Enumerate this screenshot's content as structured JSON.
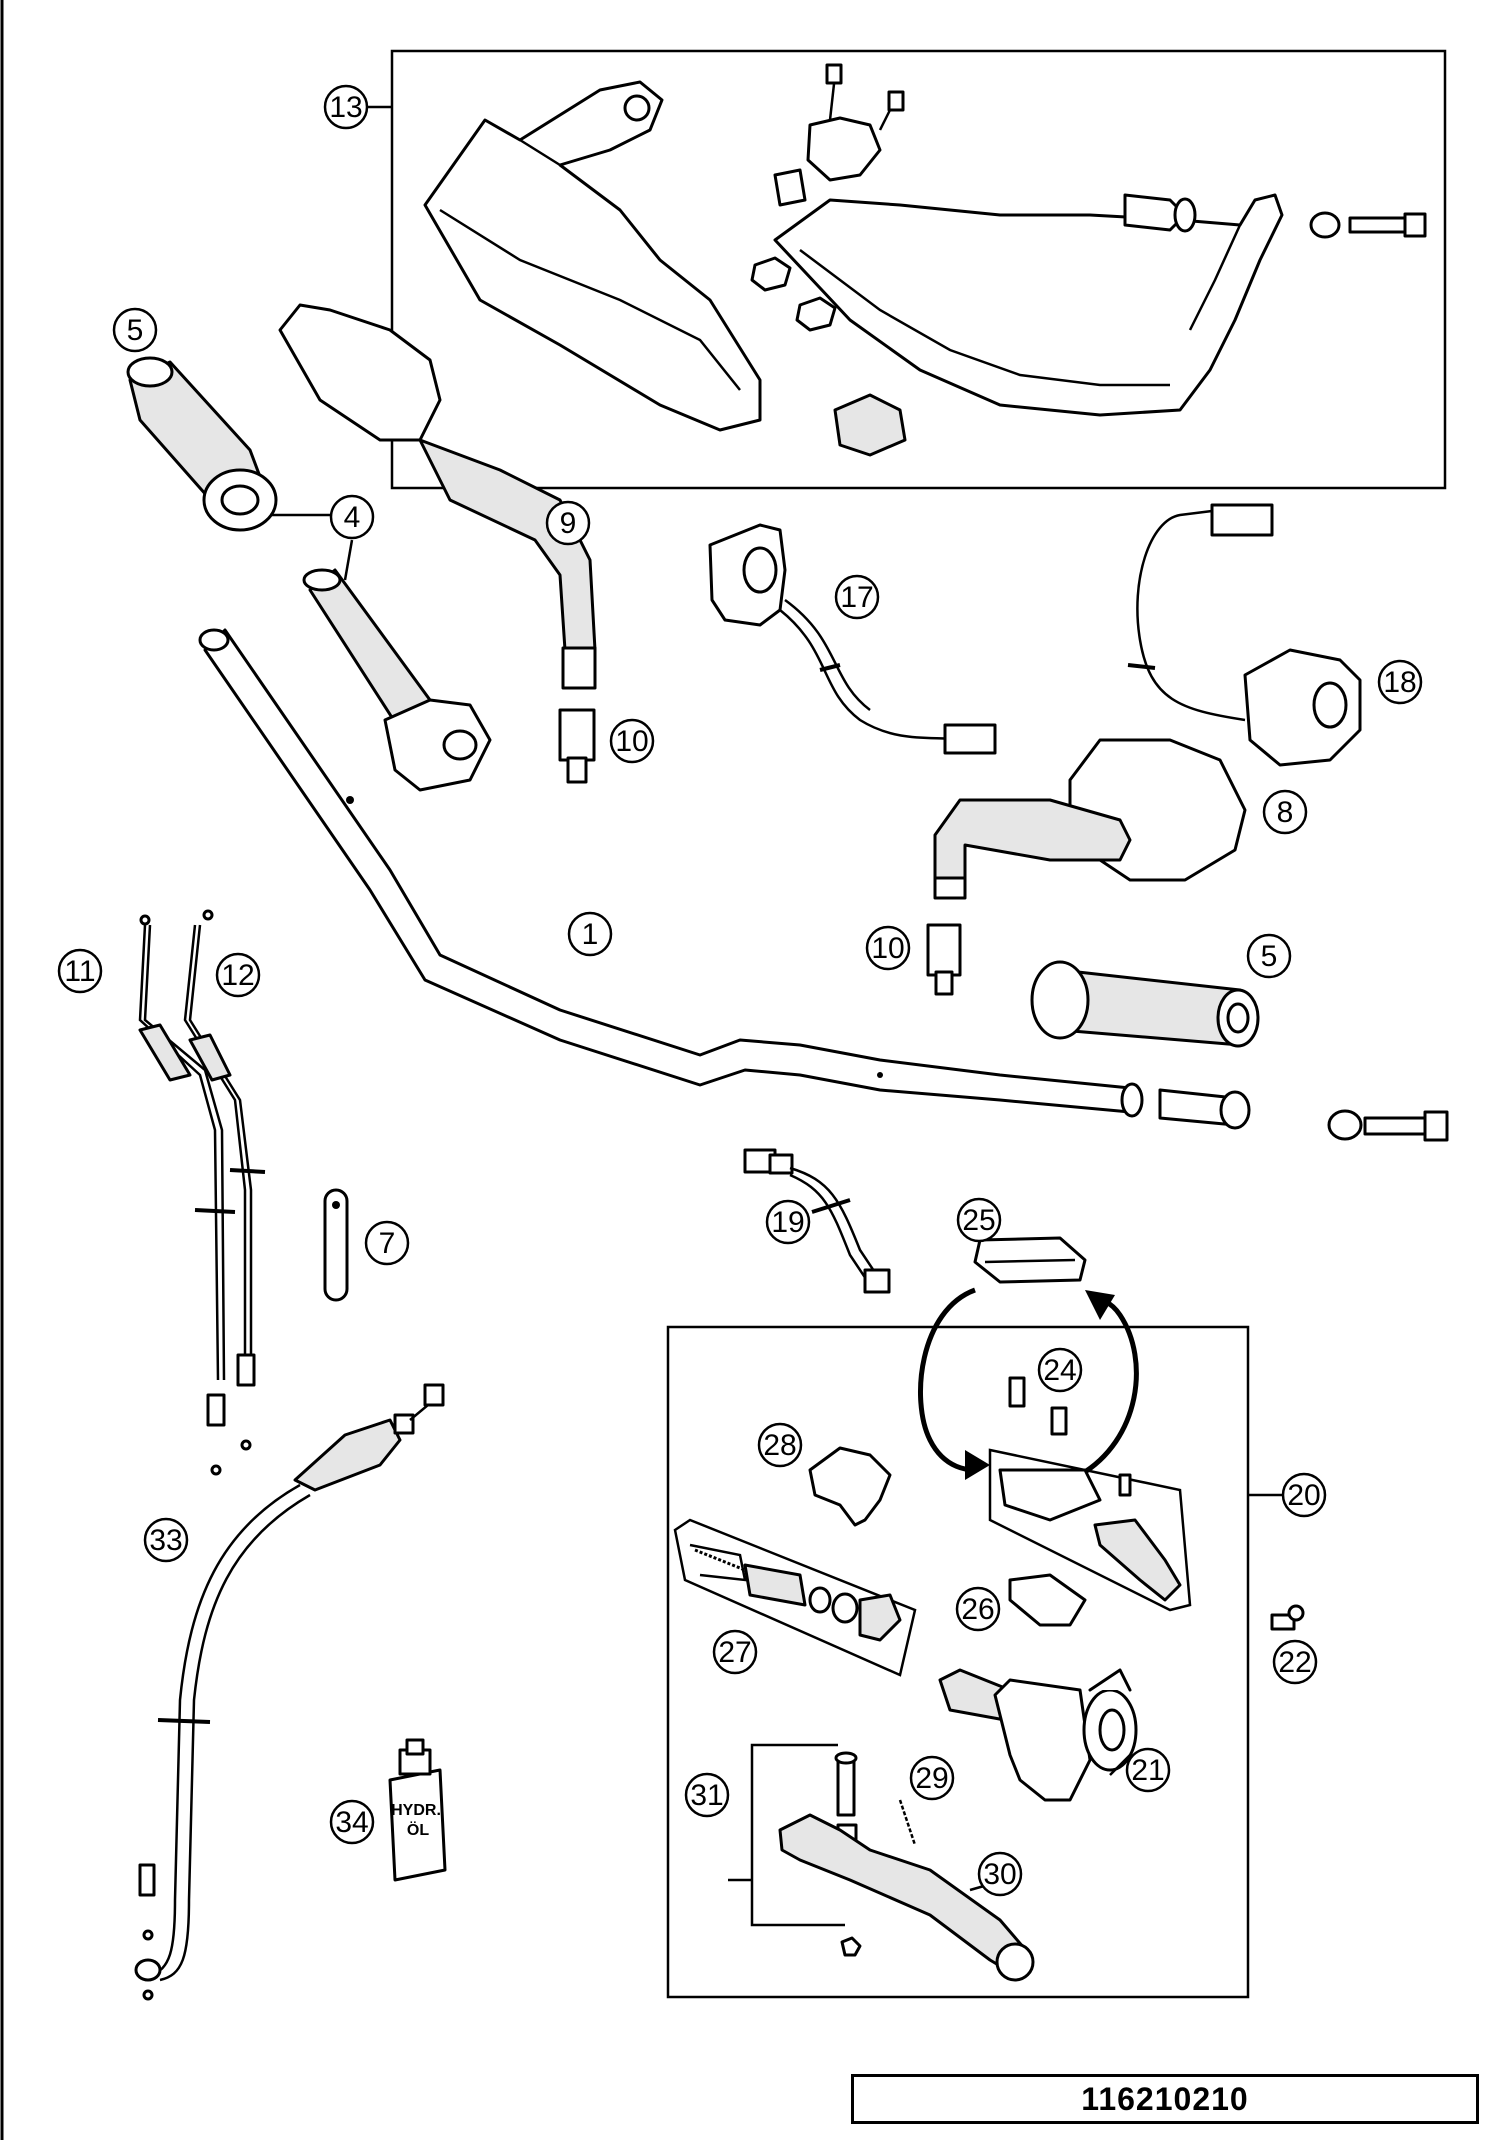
{
  "document_number": "116210210",
  "part_labels": [
    {
      "id": "13",
      "number": "13"
    },
    {
      "id": "5a",
      "number": "5"
    },
    {
      "id": "4",
      "number": "4"
    },
    {
      "id": "9",
      "number": "9"
    },
    {
      "id": "10a",
      "number": "10"
    },
    {
      "id": "17",
      "number": "17"
    },
    {
      "id": "18",
      "number": "18"
    },
    {
      "id": "8",
      "number": "8"
    },
    {
      "id": "1",
      "number": "1"
    },
    {
      "id": "10b",
      "number": "10"
    },
    {
      "id": "5b",
      "number": "5"
    },
    {
      "id": "11",
      "number": "11"
    },
    {
      "id": "12",
      "number": "12"
    },
    {
      "id": "7",
      "number": "7"
    },
    {
      "id": "19",
      "number": "19"
    },
    {
      "id": "25",
      "number": "25"
    },
    {
      "id": "24",
      "number": "24"
    },
    {
      "id": "28",
      "number": "28"
    },
    {
      "id": "20",
      "number": "20"
    },
    {
      "id": "33",
      "number": "33"
    },
    {
      "id": "26",
      "number": "26"
    },
    {
      "id": "27",
      "number": "27"
    },
    {
      "id": "22",
      "number": "22"
    },
    {
      "id": "21",
      "number": "21"
    },
    {
      "id": "31",
      "number": "31"
    },
    {
      "id": "29",
      "number": "29"
    },
    {
      "id": "34",
      "number": "34"
    },
    {
      "id": "30",
      "number": "30"
    }
  ],
  "bottle_text": {
    "line1": "HYDR.",
    "line2": "ÖL"
  }
}
